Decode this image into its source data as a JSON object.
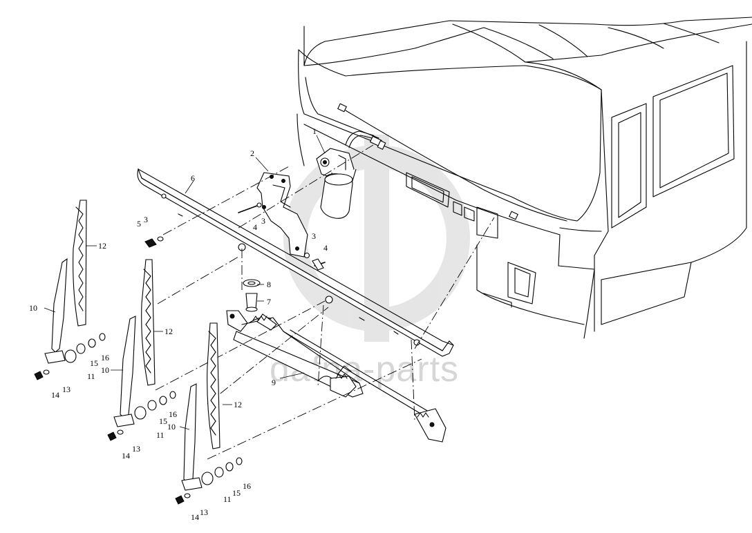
{
  "watermark": {
    "text": "dafna-parts",
    "color": "#d6d6d6"
  },
  "callouts": [
    {
      "id": "c1",
      "text": "1"
    },
    {
      "id": "c2",
      "text": "2"
    },
    {
      "id": "c6",
      "text": "6"
    },
    {
      "id": "c5",
      "text": "5"
    },
    {
      "id": "c3a",
      "text": "3"
    },
    {
      "id": "c4a",
      "text": "4"
    },
    {
      "id": "c3b",
      "text": "3"
    },
    {
      "id": "c3c",
      "text": "3"
    },
    {
      "id": "c4b",
      "text": "4"
    },
    {
      "id": "c8",
      "text": "8"
    },
    {
      "id": "c7",
      "text": "7"
    },
    {
      "id": "c9",
      "text": "9"
    },
    {
      "id": "c12a",
      "text": "12"
    },
    {
      "id": "c12b",
      "text": "12"
    },
    {
      "id": "c12c",
      "text": "12"
    },
    {
      "id": "c10a",
      "text": "10"
    },
    {
      "id": "c10b",
      "text": "10"
    },
    {
      "id": "c10c",
      "text": "10"
    },
    {
      "id": "c11a",
      "text": "11"
    },
    {
      "id": "c11b",
      "text": "11"
    },
    {
      "id": "c11c",
      "text": "11"
    },
    {
      "id": "c15a",
      "text": "15"
    },
    {
      "id": "c15b",
      "text": "15"
    },
    {
      "id": "c15c",
      "text": "15"
    },
    {
      "id": "c16a",
      "text": "16"
    },
    {
      "id": "c16b",
      "text": "16"
    },
    {
      "id": "c16c",
      "text": "16"
    },
    {
      "id": "c14a",
      "text": "14"
    },
    {
      "id": "c14b",
      "text": "14"
    },
    {
      "id": "c14c",
      "text": "14"
    },
    {
      "id": "c13a",
      "text": "13"
    },
    {
      "id": "c13b",
      "text": "13"
    },
    {
      "id": "c13c",
      "text": "13"
    }
  ]
}
